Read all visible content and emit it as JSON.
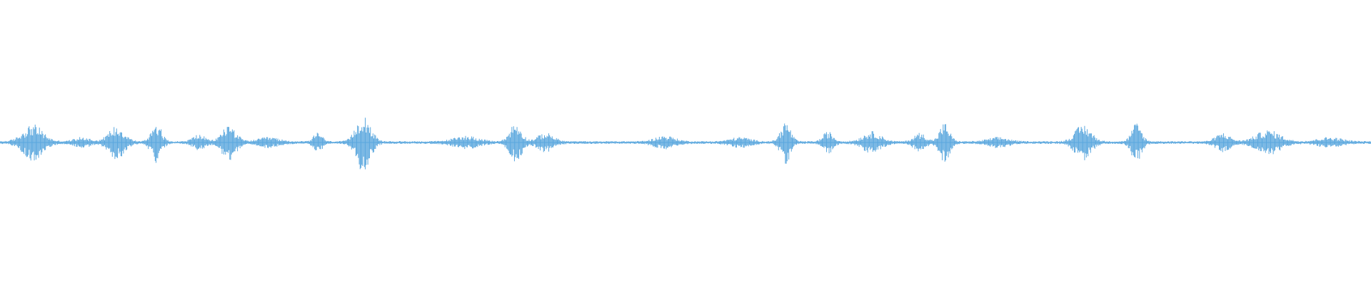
{
  "waveform": {
    "color": "#5aa7de",
    "background": "#ffffff",
    "baseline_amplitude": 0.01,
    "bursts": [
      {
        "center": 0.024,
        "width": 0.01,
        "amplitude": 0.12
      },
      {
        "center": 0.06,
        "width": 0.008,
        "amplitude": 0.03
      },
      {
        "center": 0.085,
        "width": 0.008,
        "amplitude": 0.11
      },
      {
        "center": 0.114,
        "width": 0.005,
        "amplitude": 0.14
      },
      {
        "center": 0.145,
        "width": 0.006,
        "amplitude": 0.05
      },
      {
        "center": 0.167,
        "width": 0.007,
        "amplitude": 0.12
      },
      {
        "center": 0.196,
        "width": 0.01,
        "amplitude": 0.03
      },
      {
        "center": 0.232,
        "width": 0.004,
        "amplitude": 0.07
      },
      {
        "center": 0.265,
        "width": 0.007,
        "amplitude": 0.2
      },
      {
        "center": 0.34,
        "width": 0.012,
        "amplitude": 0.04
      },
      {
        "center": 0.376,
        "width": 0.006,
        "amplitude": 0.13
      },
      {
        "center": 0.398,
        "width": 0.008,
        "amplitude": 0.06
      },
      {
        "center": 0.485,
        "width": 0.01,
        "amplitude": 0.04
      },
      {
        "center": 0.54,
        "width": 0.01,
        "amplitude": 0.03
      },
      {
        "center": 0.573,
        "width": 0.005,
        "amplitude": 0.14
      },
      {
        "center": 0.604,
        "width": 0.005,
        "amplitude": 0.07
      },
      {
        "center": 0.636,
        "width": 0.009,
        "amplitude": 0.07
      },
      {
        "center": 0.671,
        "width": 0.006,
        "amplitude": 0.06
      },
      {
        "center": 0.689,
        "width": 0.005,
        "amplitude": 0.13
      },
      {
        "center": 0.728,
        "width": 0.01,
        "amplitude": 0.03
      },
      {
        "center": 0.79,
        "width": 0.008,
        "amplitude": 0.12
      },
      {
        "center": 0.829,
        "width": 0.005,
        "amplitude": 0.13
      },
      {
        "center": 0.892,
        "width": 0.007,
        "amplitude": 0.06
      },
      {
        "center": 0.925,
        "width": 0.012,
        "amplitude": 0.08
      },
      {
        "center": 0.97,
        "width": 0.012,
        "amplitude": 0.03
      }
    ],
    "sample_count": 1600
  }
}
